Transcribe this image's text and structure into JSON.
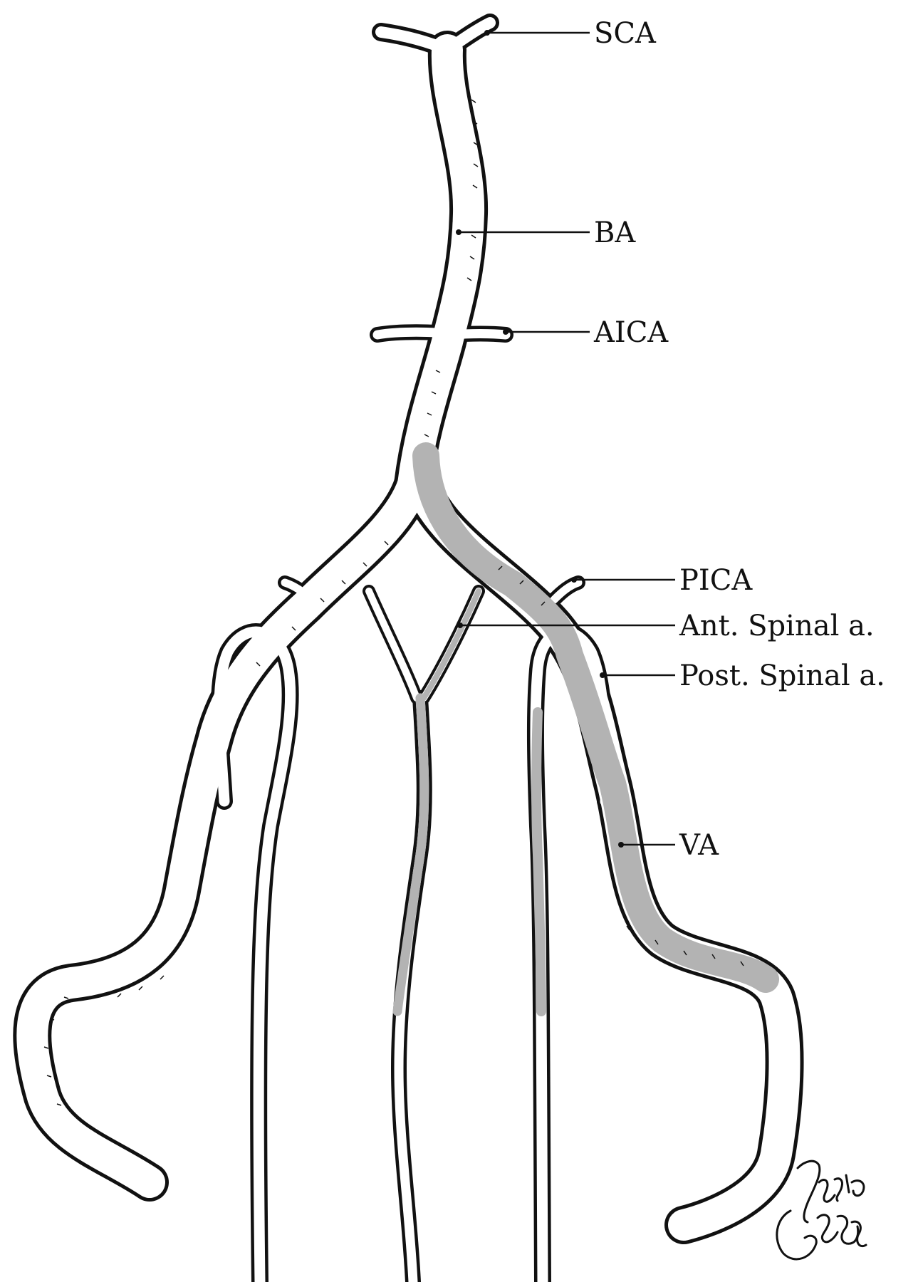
{
  "labels": {
    "sca": "SCA",
    "ba": "BA",
    "aica": "AICA",
    "pica": "PICA",
    "ant_spinal": "Ant. Spinal a.",
    "post_spinal": "Post. Spinal a.",
    "va": "VA"
  },
  "colors": {
    "outline": "#111111",
    "highlight": "#b3b3b3",
    "vessel": "#ffffff"
  }
}
